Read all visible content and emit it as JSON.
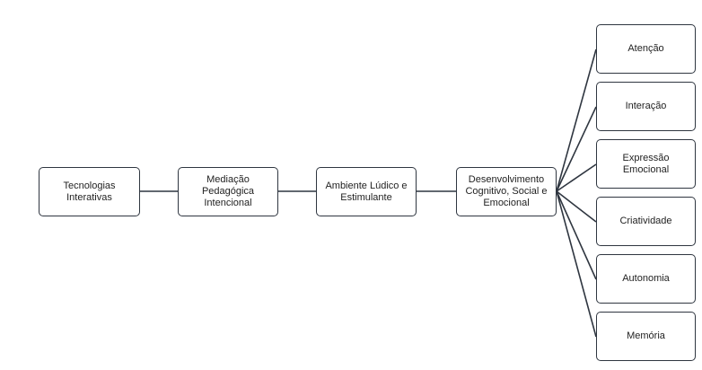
{
  "chain": [
    {
      "label": "Tecnologias\nInterativas"
    },
    {
      "label": "Mediação\nPedagógica\nIntencional"
    },
    {
      "label": "Ambiente Lúdico e\nEstimulante"
    },
    {
      "label": "Desenvolvimento\nCognitivo, Social e\nEmocional"
    }
  ],
  "outcomes": [
    {
      "label": "Atenção"
    },
    {
      "label": "Interação"
    },
    {
      "label": "Expressão\nEmocional"
    },
    {
      "label": "Criatividade"
    },
    {
      "label": "Autonomia"
    },
    {
      "label": "Memória"
    }
  ],
  "colors": {
    "stroke": "#2f3640",
    "text": "#1f1f1f",
    "background": "#ffffff"
  }
}
